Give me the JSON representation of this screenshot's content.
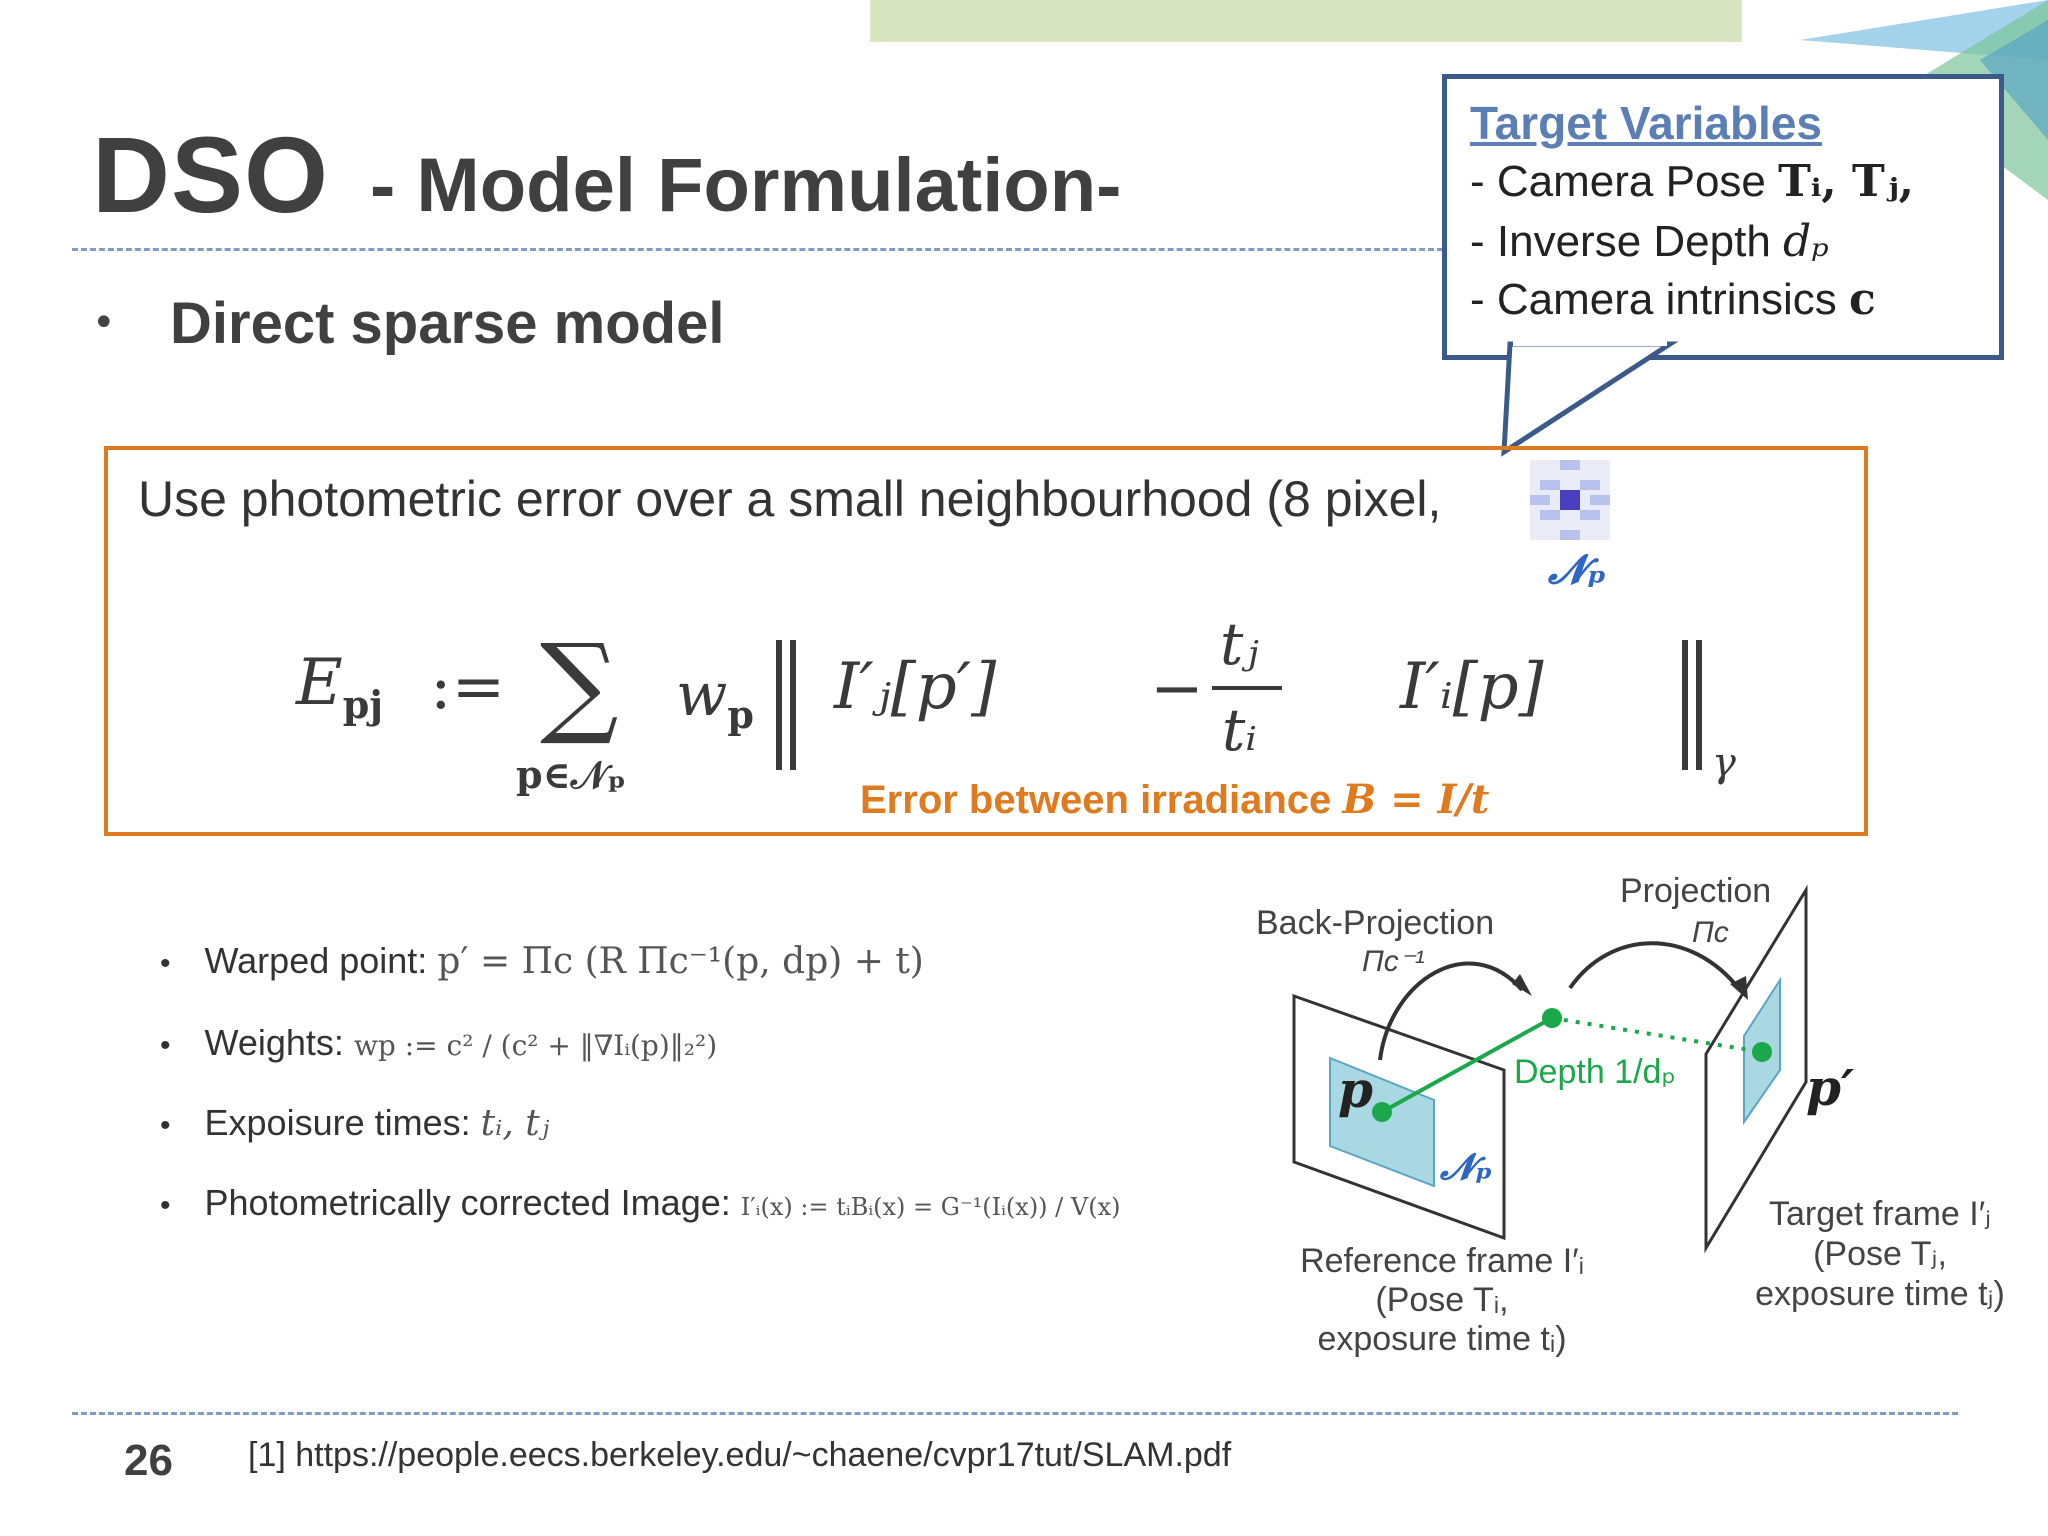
{
  "slide": {
    "title_main": "DSO",
    "title_sub": "- Model Formulation-",
    "bullet": "Direct sparse model",
    "page_number": "26",
    "reference": "[1] https://people.eecs.berkeley.edu/~chaene/cvpr17tut/SLAM.pdf"
  },
  "callout": {
    "title": "Target Variables",
    "line1": "- Camera Pose",
    "line1_math": "Tᵢ, Tⱼ,",
    "line2": "- Inverse Depth",
    "line2_math": "dₚ",
    "line3": "- Camera intrinsics",
    "line3_math": "c"
  },
  "box": {
    "text_pre": "Use photometric error over a small neighbourhood (8 pixel,",
    "text_post": ").",
    "np_label": "𝓝ₚ",
    "equation": {
      "lhs": "E",
      "lhs_sub": "pj",
      "assign": ":=",
      "sum": "∑",
      "sum_sub": "p∈𝒩ₚ",
      "weight": "w",
      "weight_sub": "p",
      "term1": "I′ⱼ[p′]",
      "minus": "−",
      "frac_num": "tⱼ",
      "frac_den": "tᵢ",
      "term2": "I′ᵢ[p]",
      "norm_sub": "γ"
    },
    "irradiance_label": "Error between irradiance",
    "irradiance_math": "B = I/t"
  },
  "bullets": [
    {
      "label": "Warped point:",
      "math": "p′ = Πc (R Πc⁻¹(p, dp) + t)"
    },
    {
      "label": "Weights:",
      "math": "wp := c² / (c² + ‖∇Iᵢ(p)‖₂²)"
    },
    {
      "label": "Expoisure times:",
      "math": "tᵢ, tⱼ"
    },
    {
      "label": "Photometrically corrected Image:",
      "math": "I′ᵢ(x) := tᵢBᵢ(x) = G⁻¹(Iᵢ(x)) / V(x)"
    }
  ],
  "diagram": {
    "back_projection": "Back-Projection",
    "back_projection_math": "Πc⁻¹",
    "projection": "Projection",
    "projection_math": "Πc",
    "depth": "Depth 1/dₚ",
    "p_label": "p",
    "p_prime_label": "p′",
    "np_label": "𝓝ₚ",
    "ref_frame_line1": "Reference frame I′ᵢ",
    "ref_frame_line2": "(Pose Tᵢ,",
    "ref_frame_line3": "exposure time tᵢ)",
    "target_frame_line1": "Target frame I′ⱼ",
    "target_frame_line2": "(Pose Tⱼ,",
    "target_frame_line3": "exposure time tⱼ)"
  },
  "colors": {
    "accent_orange": "#e07a1f",
    "callout_border": "#3b5a8a",
    "callout_title": "#5b7fb4",
    "green": "#1aa84a",
    "patch_fill": "#a9d8e3"
  }
}
